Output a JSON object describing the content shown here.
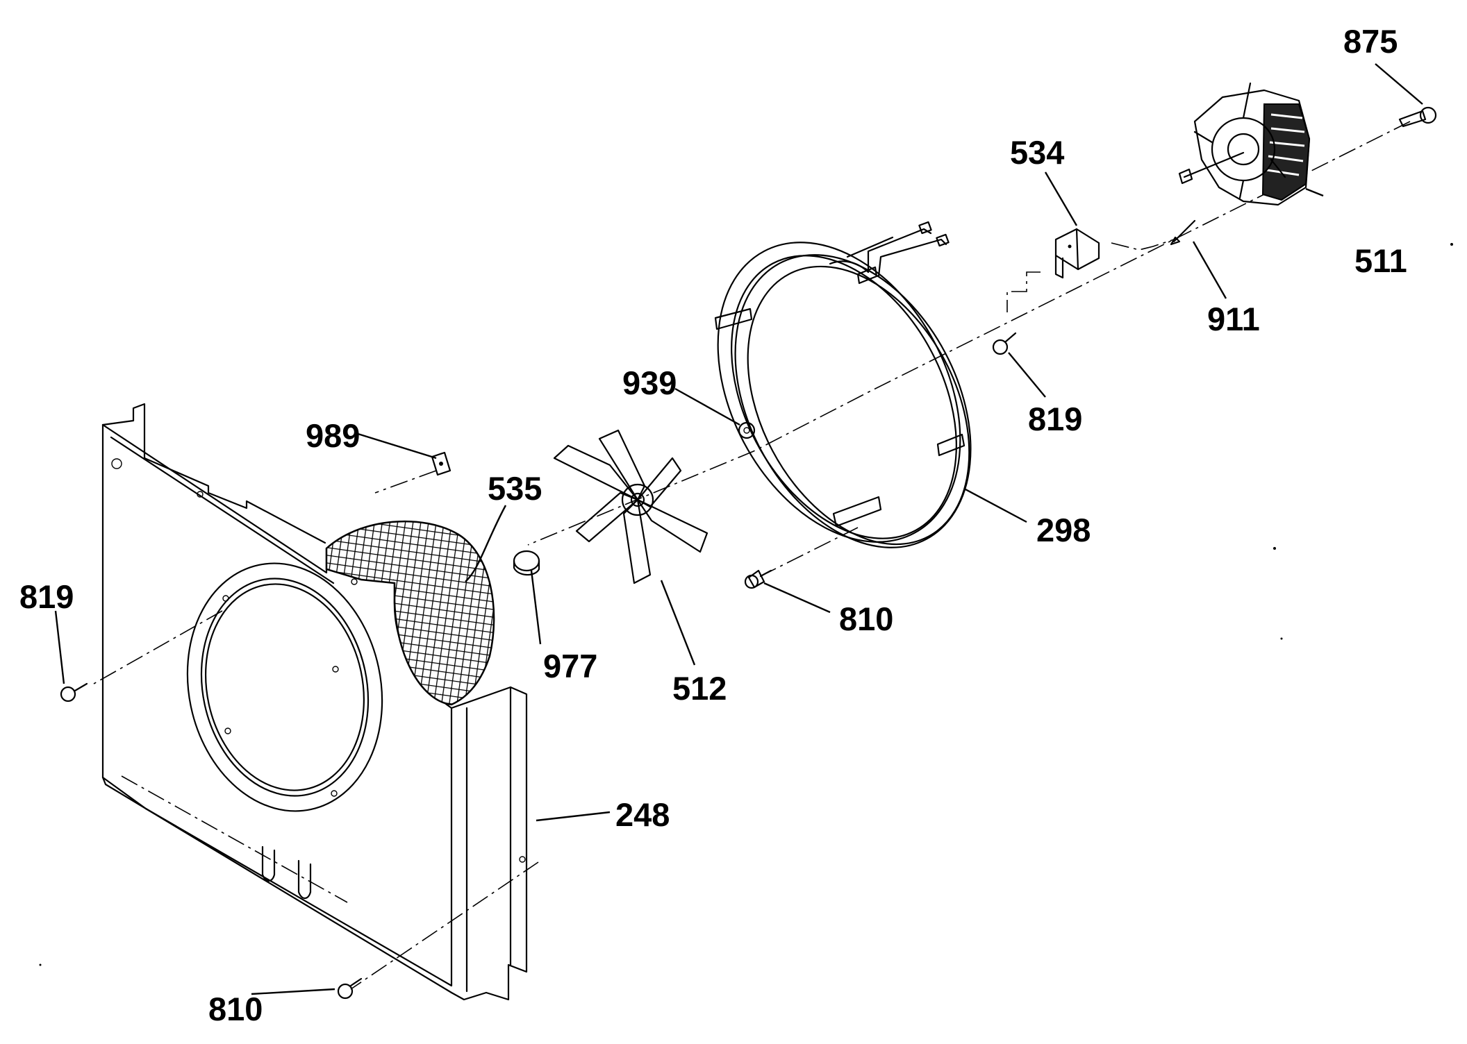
{
  "diagram": {
    "callouts": [
      {
        "id": "875",
        "label": "875"
      },
      {
        "id": "534",
        "label": "534"
      },
      {
        "id": "511",
        "label": "511"
      },
      {
        "id": "911",
        "label": "911"
      },
      {
        "id": "819a",
        "label": "819"
      },
      {
        "id": "939",
        "label": "939"
      },
      {
        "id": "989",
        "label": "989"
      },
      {
        "id": "535",
        "label": "535"
      },
      {
        "id": "298",
        "label": "298"
      },
      {
        "id": "819b",
        "label": "819"
      },
      {
        "id": "810a",
        "label": "810"
      },
      {
        "id": "977",
        "label": "977"
      },
      {
        "id": "512",
        "label": "512"
      },
      {
        "id": "248",
        "label": "248"
      },
      {
        "id": "810b",
        "label": "810"
      }
    ]
  }
}
